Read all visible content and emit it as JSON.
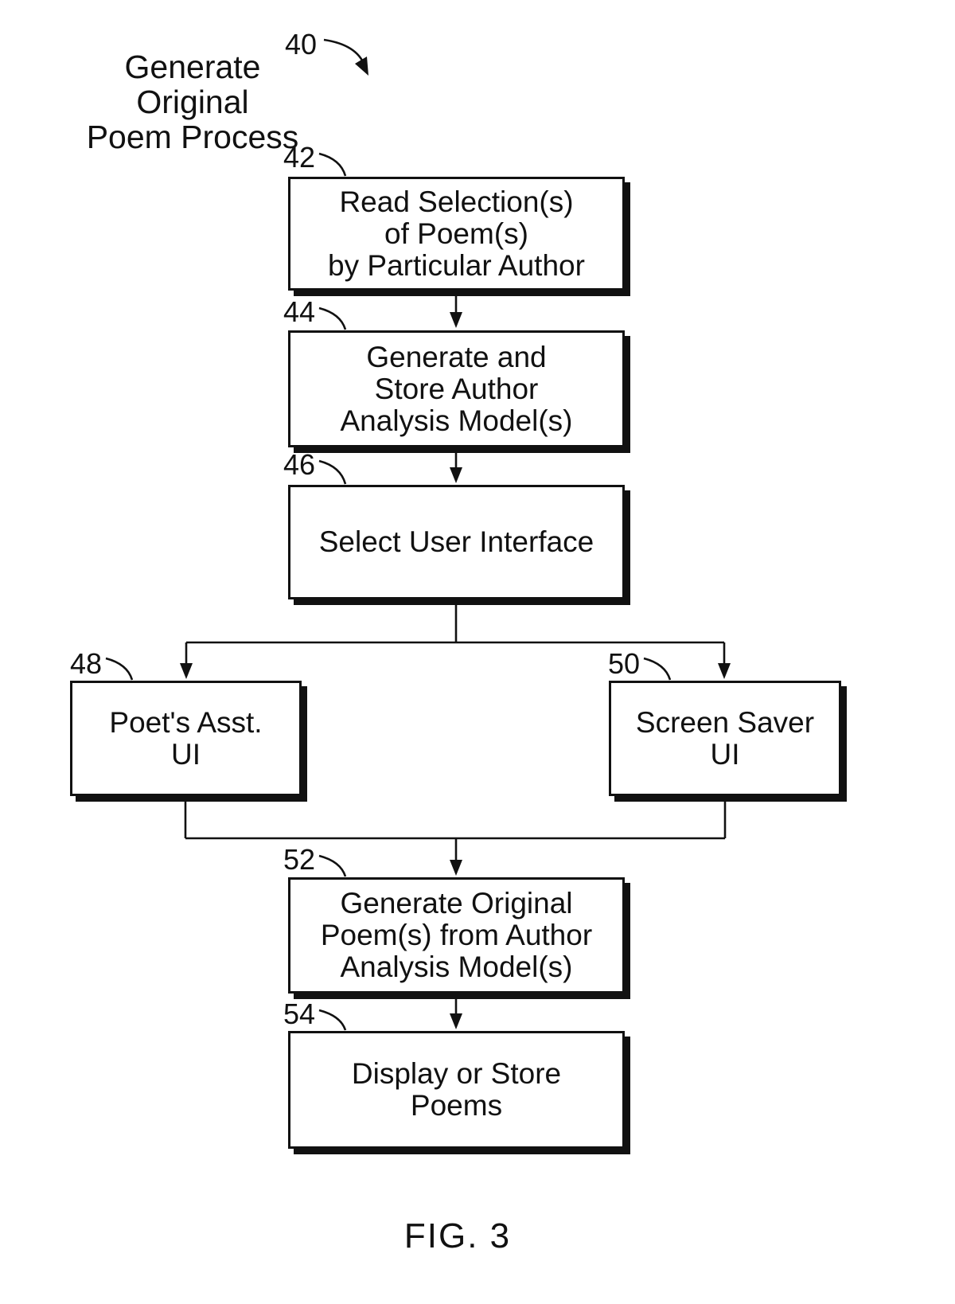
{
  "diagram": {
    "process_ref": "40",
    "title_lines": [
      "Generate Original",
      "Poem Process"
    ],
    "fig_caption": "FIG. 3"
  },
  "boxes": {
    "read_selections": {
      "ref": "42",
      "lines": [
        "Read Selection(s)",
        "of Poem(s)",
        "by Particular Author"
      ]
    },
    "generate_store_model": {
      "ref": "44",
      "lines": [
        "Generate and",
        "Store Author",
        "Analysis Model(s)"
      ]
    },
    "select_ui": {
      "ref": "46",
      "lines": [
        "Select User Interface"
      ]
    },
    "poets_asst_ui": {
      "ref": "48",
      "lines": [
        "Poet's Asst.",
        "UI"
      ]
    },
    "screen_saver_ui": {
      "ref": "50",
      "lines": [
        "Screen Saver",
        "UI"
      ]
    },
    "generate_poems": {
      "ref": "52",
      "lines": [
        "Generate Original",
        "Poem(s) from Author",
        "Analysis Model(s)"
      ]
    },
    "display_store": {
      "ref": "54",
      "lines": [
        "Display or Store",
        "Poems"
      ]
    }
  },
  "colors": {
    "ink": "#111111",
    "paper": "#ffffff"
  }
}
